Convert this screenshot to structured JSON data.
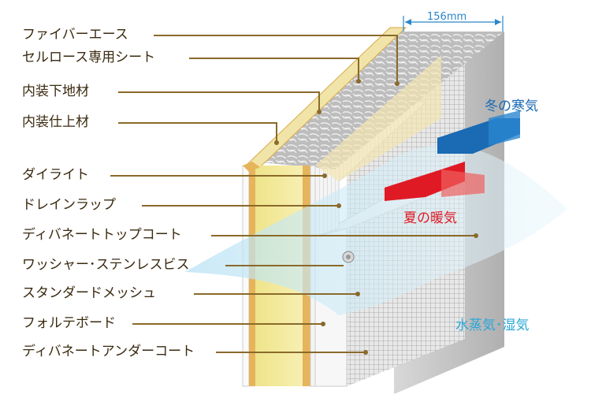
{
  "labels": [
    "ファイバーエース",
    "セルロース専用シート",
    "内装下地材",
    "内装仕上材",
    "ダイライト",
    "ドレインラップ",
    "ディバネートトップコート",
    "ワッシャー･ステンレスビス",
    "スタンダードメッシュ",
    "フォルテボード",
    "ディバネートアンダーコート"
  ],
  "annotations": {
    "winter": "冬の寒気",
    "summer": "夏の暖気",
    "vapor": "水蒸気･湿気"
  },
  "dimension": "156mm",
  "colors": {
    "leader": "#8a6a2a",
    "winter": "#1a6ab4",
    "summer": "#e01a24",
    "vapor": "#2aa6d8",
    "dimension": "#2a86c8",
    "insulation": "#f2e98a",
    "wood": "#d8a94a"
  },
  "icons": {
    "winter_arrow": "blue-arrow-icon",
    "summer_arrow": "red-arrow-icon",
    "screw": "screw-icon"
  }
}
